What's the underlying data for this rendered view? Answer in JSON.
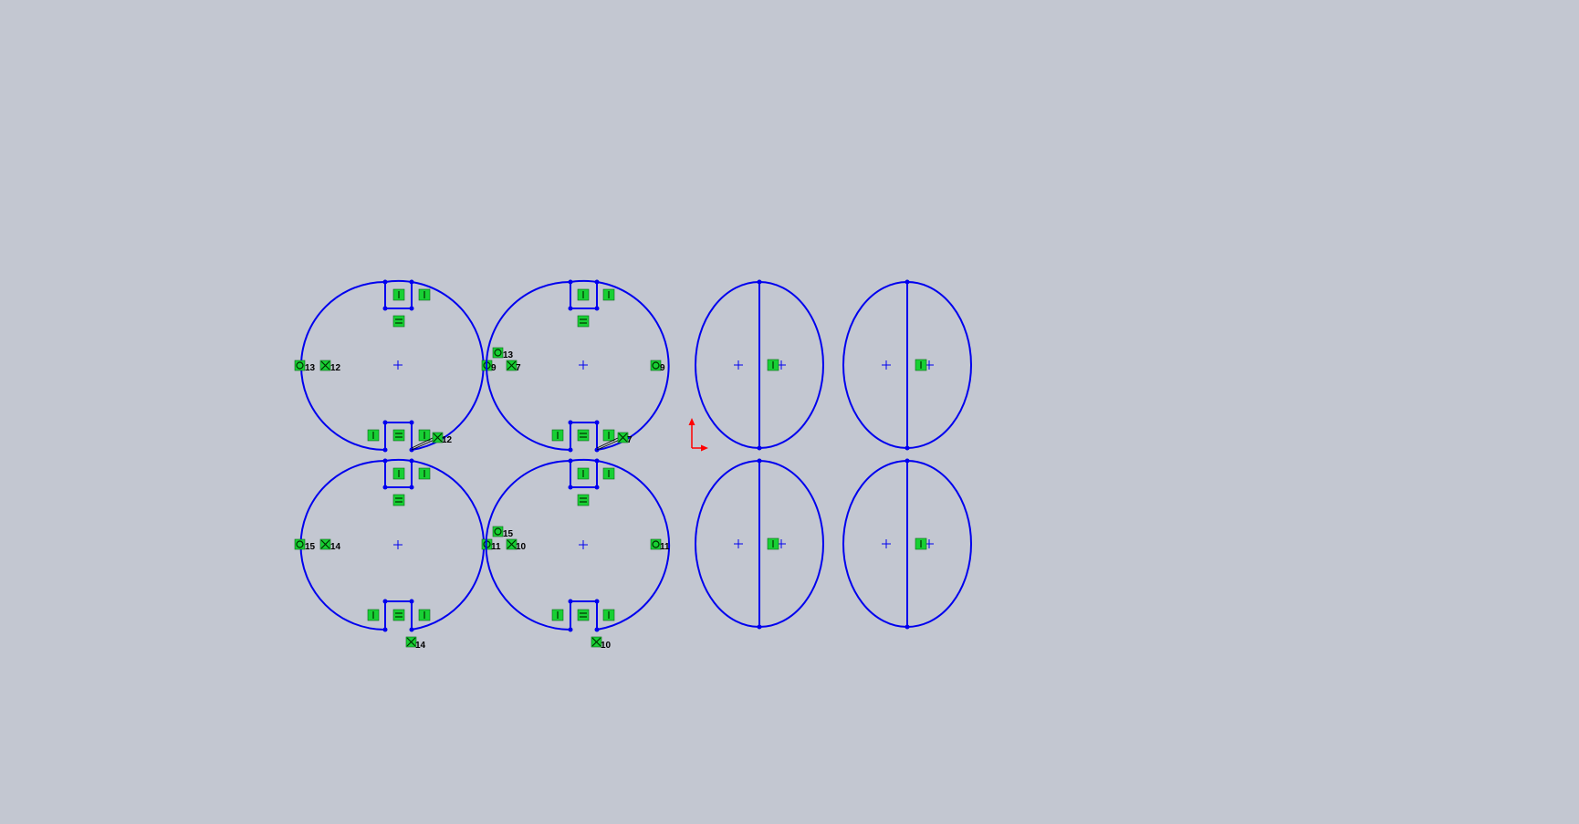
{
  "app": {
    "view": "sketch"
  },
  "colors": {
    "background": "#c3c7d1",
    "sketch": "#0000ee",
    "relation": "#18d034",
    "axis": "#ff0000"
  },
  "sketches": {
    "top_left": {
      "left_labels": [
        "13",
        "12"
      ],
      "right_labels": [
        "9"
      ],
      "bottom_label": "12"
    },
    "top_mid": {
      "left_labels": [
        "13",
        "7"
      ],
      "right_labels": [
        "9"
      ],
      "bottom_label": "7"
    },
    "bottom_left": {
      "left_labels": [
        "15",
        "14"
      ],
      "right_labels": [
        "11"
      ],
      "bottom_label": "14"
    },
    "bottom_mid": {
      "left_labels": [
        "15",
        "10"
      ],
      "right_labels": [
        "11"
      ],
      "bottom_label": "10"
    }
  },
  "relation_icons": {
    "vertical": "vertical-relation-icon",
    "equal": "equal-relation-icon",
    "coincident": "coincident-relation-icon",
    "merge": "merge-relation-icon"
  }
}
